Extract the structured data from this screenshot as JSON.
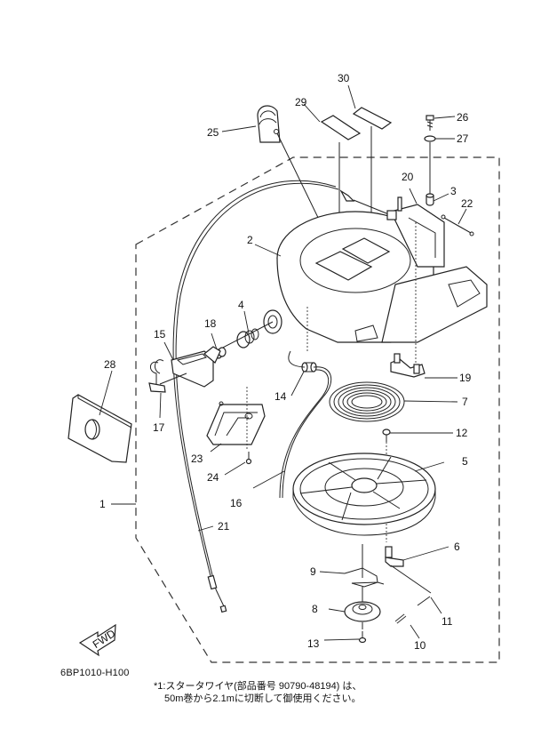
{
  "diagram": {
    "title": "Manual starter exploded view",
    "figure_code": "6BP1010-H100",
    "fwd_label": "FWD",
    "callouts": [
      {
        "id": "c1",
        "label": "1"
      },
      {
        "id": "c2",
        "label": "2"
      },
      {
        "id": "c3",
        "label": "3"
      },
      {
        "id": "c4",
        "label": "4"
      },
      {
        "id": "c5",
        "label": "5"
      },
      {
        "id": "c6",
        "label": "6"
      },
      {
        "id": "c7",
        "label": "7"
      },
      {
        "id": "c8",
        "label": "8"
      },
      {
        "id": "c9",
        "label": "9"
      },
      {
        "id": "c10",
        "label": "10"
      },
      {
        "id": "c11",
        "label": "11"
      },
      {
        "id": "c12",
        "label": "12"
      },
      {
        "id": "c13",
        "label": "13"
      },
      {
        "id": "c14",
        "label": "14"
      },
      {
        "id": "c15",
        "label": "15"
      },
      {
        "id": "c16",
        "label": "16"
      },
      {
        "id": "c17",
        "label": "17"
      },
      {
        "id": "c18",
        "label": "18"
      },
      {
        "id": "c19",
        "label": "19"
      },
      {
        "id": "c20",
        "label": "20"
      },
      {
        "id": "c21",
        "label": "21"
      },
      {
        "id": "c22",
        "label": "22"
      },
      {
        "id": "c23",
        "label": "23"
      },
      {
        "id": "c24",
        "label": "24"
      },
      {
        "id": "c25",
        "label": "25"
      },
      {
        "id": "c26",
        "label": "26"
      },
      {
        "id": "c27",
        "label": "27"
      },
      {
        "id": "c28",
        "label": "28"
      },
      {
        "id": "c29",
        "label": "29"
      },
      {
        "id": "c30",
        "label": "30"
      }
    ],
    "note_lines": [
      "*1:スタータワイヤ(部品番号  90790-48194) は、",
      "50m巻から2.1mに切断して御使用ください。"
    ]
  }
}
